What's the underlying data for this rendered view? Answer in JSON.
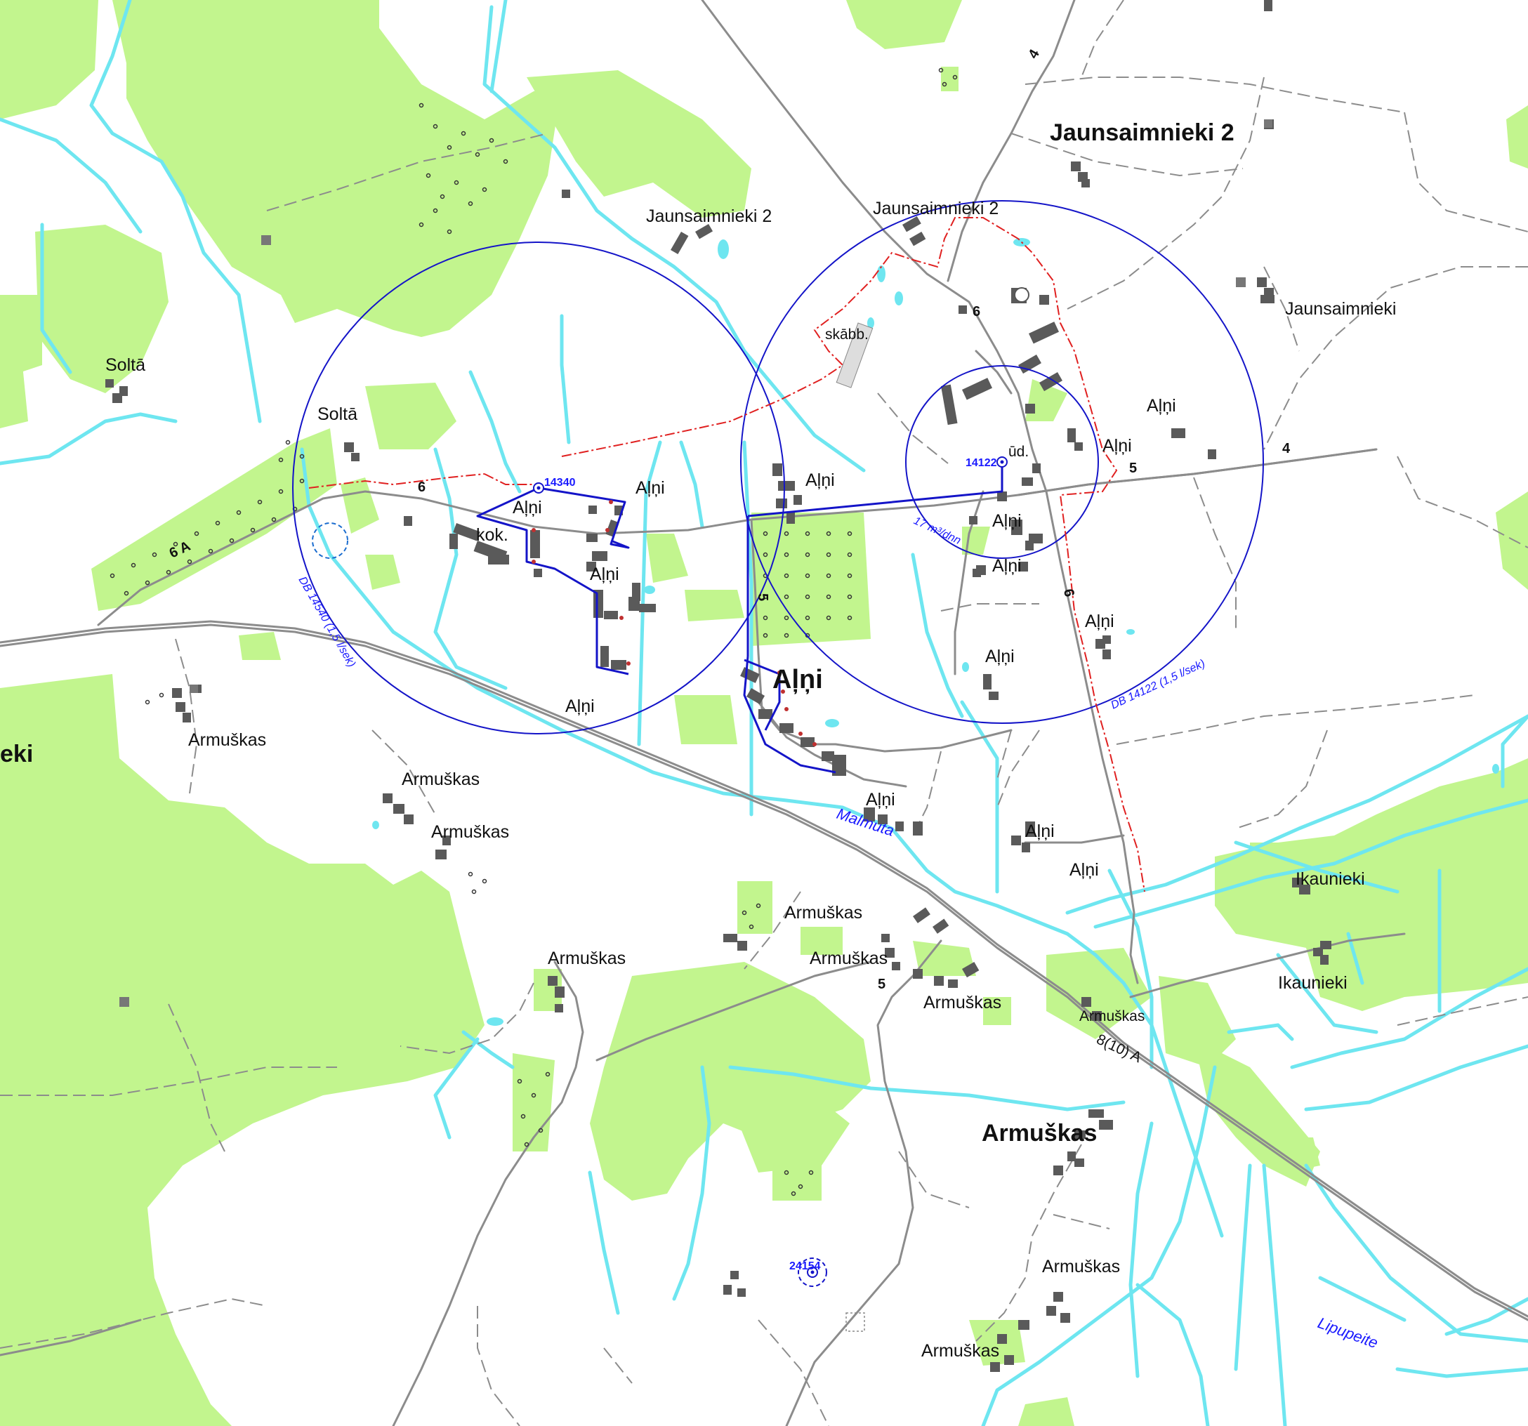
{
  "map": {
    "colors": {
      "background": "#ffffff",
      "forest": "#c2f58e",
      "water": "#6ee6f0",
      "road": "#8c8c8c",
      "building": "#5a5a5a",
      "protection_zone": "#1414c8",
      "boundary": "#e02020"
    },
    "places": {
      "alni_main": "Aļņi",
      "jaunsaimnieki_2_main": "Jaunsaimnieki 2",
      "armuskas_main": "Armuškas",
      "eki_partial": "eki"
    },
    "labels": {
      "jaunsaimnieki_2_a": "Jaunsaimnieki 2",
      "jaunsaimnieki_2_b": "Jaunsaimnieki 2",
      "jaunsaimnieki": "Jaunsaimnieki",
      "solta_a": "Soltā",
      "solta_b": "Soltā",
      "alni_1": "Aļņi",
      "alni_2": "Aļņi",
      "alni_3": "Aļņi",
      "alni_4": "Aļņi",
      "alni_5": "Aļņi",
      "alni_6": "Aļņi",
      "alni_7": "Aļņi",
      "alni_8": "Aļņi",
      "alni_9": "Aļņi",
      "alni_10": "Aļņi",
      "alni_11": "Aļņi",
      "alni_12": "Aļņi",
      "alni_13": "Aļņi",
      "armuskas_1": "Armuškas",
      "armuskas_2": "Armuškas",
      "armuskas_3": "Armuškas",
      "armuskas_4": "Armuškas",
      "armuskas_5": "Armuškas",
      "armuskas_6": "Armuškas",
      "armuskas_7": "Armuškas",
      "armuskas_8": "Armuškas",
      "armuskas_9": "Armuškas",
      "armuskas_10": "Armuškas",
      "armuskas_11": "Armuškas",
      "ikaunieki_1": "Ikaunieki",
      "ikaunieki_2": "Ikaunieki",
      "kok": "kok.",
      "skabb": "skābb.",
      "ud": "ūd."
    },
    "roads": {
      "r6_a": "6",
      "r6_b": "6",
      "r6_c": "6",
      "r6a": "6 A",
      "r5_a": "5",
      "r5_b": "5",
      "r5_c": "5",
      "r4_a": "4",
      "r4_b": "4",
      "r8_10a": "8(10) A"
    },
    "wells": {
      "w14340": "14340",
      "w14122": "14122",
      "w24154": "24154"
    },
    "zones": {
      "db14340": "DB 14540 (1,5 l/sek)",
      "db14122": "DB 14122 (1,5 l/sek)",
      "flow": "17 m³/dnn"
    },
    "water_names": {
      "malmuta": "Malmuta",
      "lipupeite": "Lipupeite"
    }
  }
}
